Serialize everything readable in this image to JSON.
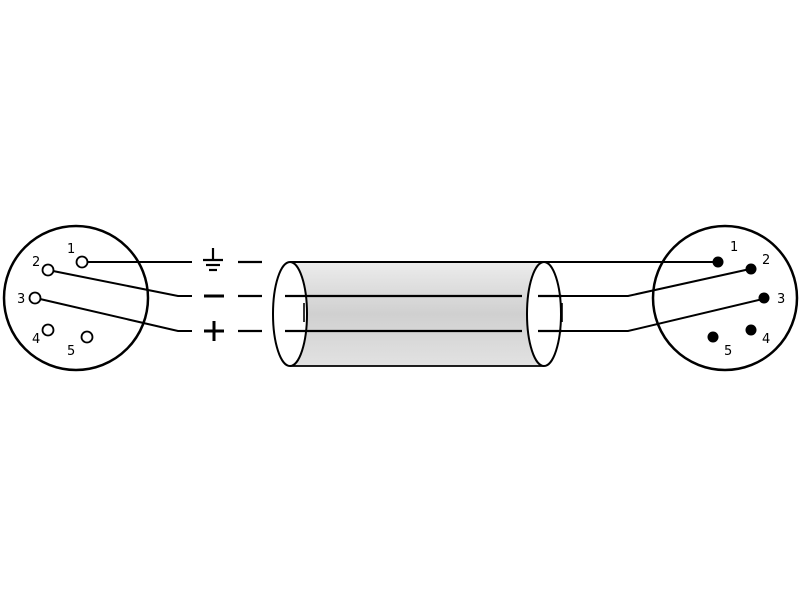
{
  "left_connector": {
    "pins": [
      {
        "label": "1"
      },
      {
        "label": "2"
      },
      {
        "label": "3"
      },
      {
        "label": "4"
      },
      {
        "label": "5"
      }
    ]
  },
  "right_connector": {
    "pins": [
      {
        "label": "1"
      },
      {
        "label": "2"
      },
      {
        "label": "3"
      },
      {
        "label": "4"
      },
      {
        "label": "5"
      }
    ]
  },
  "symbols": {
    "ground": "ground-symbol",
    "minus": "minus-symbol",
    "plus": "plus-symbol"
  },
  "colors": {
    "line": "#000000",
    "cable_fill": "#d8d8d8",
    "background": "#ffffff"
  }
}
